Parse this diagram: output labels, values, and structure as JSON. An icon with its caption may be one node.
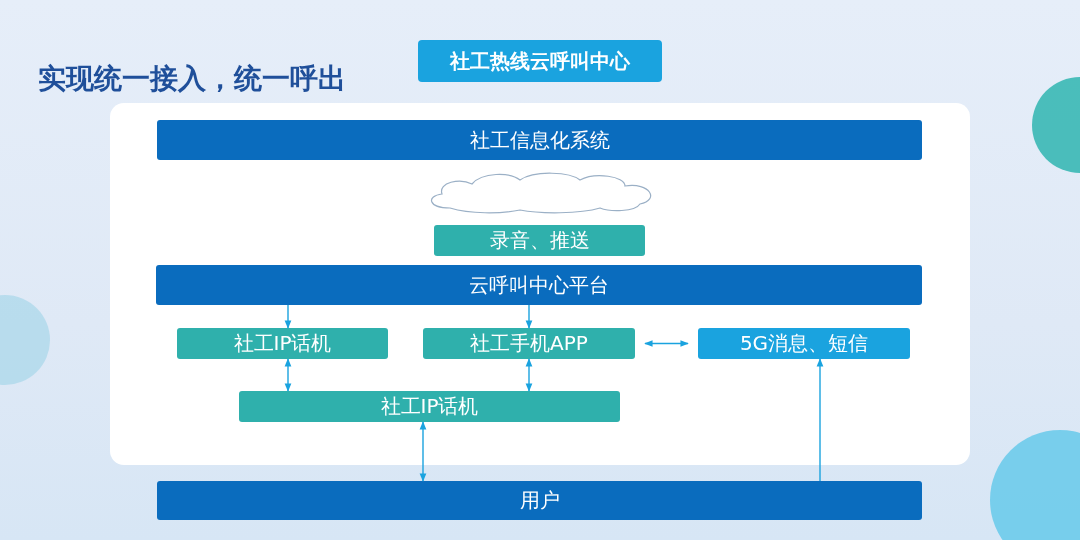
{
  "diagram": {
    "title": "实现统一接入，统一呼出",
    "nodes": [
      {
        "text": [
          "社工热线云呼叫中心"
        ]
      },
      {
        "text": [],
        "shape": "box"
      },
      {
        "text": [
          "社工信息化系统"
        ],
        "in": 1
      },
      {
        "text": [],
        "shape": "cloud",
        "in": 1
      },
      {
        "text": [
          "录音、推送"
        ],
        "in": 1
      },
      {
        "text": [
          "云呼叫中心平台"
        ],
        "in": 1
      },
      {
        "text": [
          "社工IP话机"
        ],
        "in": 1
      },
      {
        "text": [
          "社工手机APP"
        ],
        "in": 1
      },
      {
        "text": [
          "5G消息、短信"
        ],
        "in": 1
      },
      {
        "text": [
          "社工IP话机"
        ],
        "in": 1
      },
      {
        "text": [
          "用户"
        ]
      }
    ],
    "edges": [
      {
        "from": 5,
        "to": 6,
        "arrow": "to"
      },
      {
        "from": 5,
        "to": 7,
        "arrow": "to"
      },
      {
        "from": 7,
        "to": 8,
        "arrow": "both"
      },
      {
        "from": 6,
        "to": 9,
        "arrow": "both"
      },
      {
        "from": 7,
        "to": 9,
        "arrow": "both"
      },
      {
        "from": 9,
        "to": 10,
        "arrow": "both"
      },
      {
        "from": 10,
        "to": 8,
        "arrow": "to"
      }
    ]
  }
}
